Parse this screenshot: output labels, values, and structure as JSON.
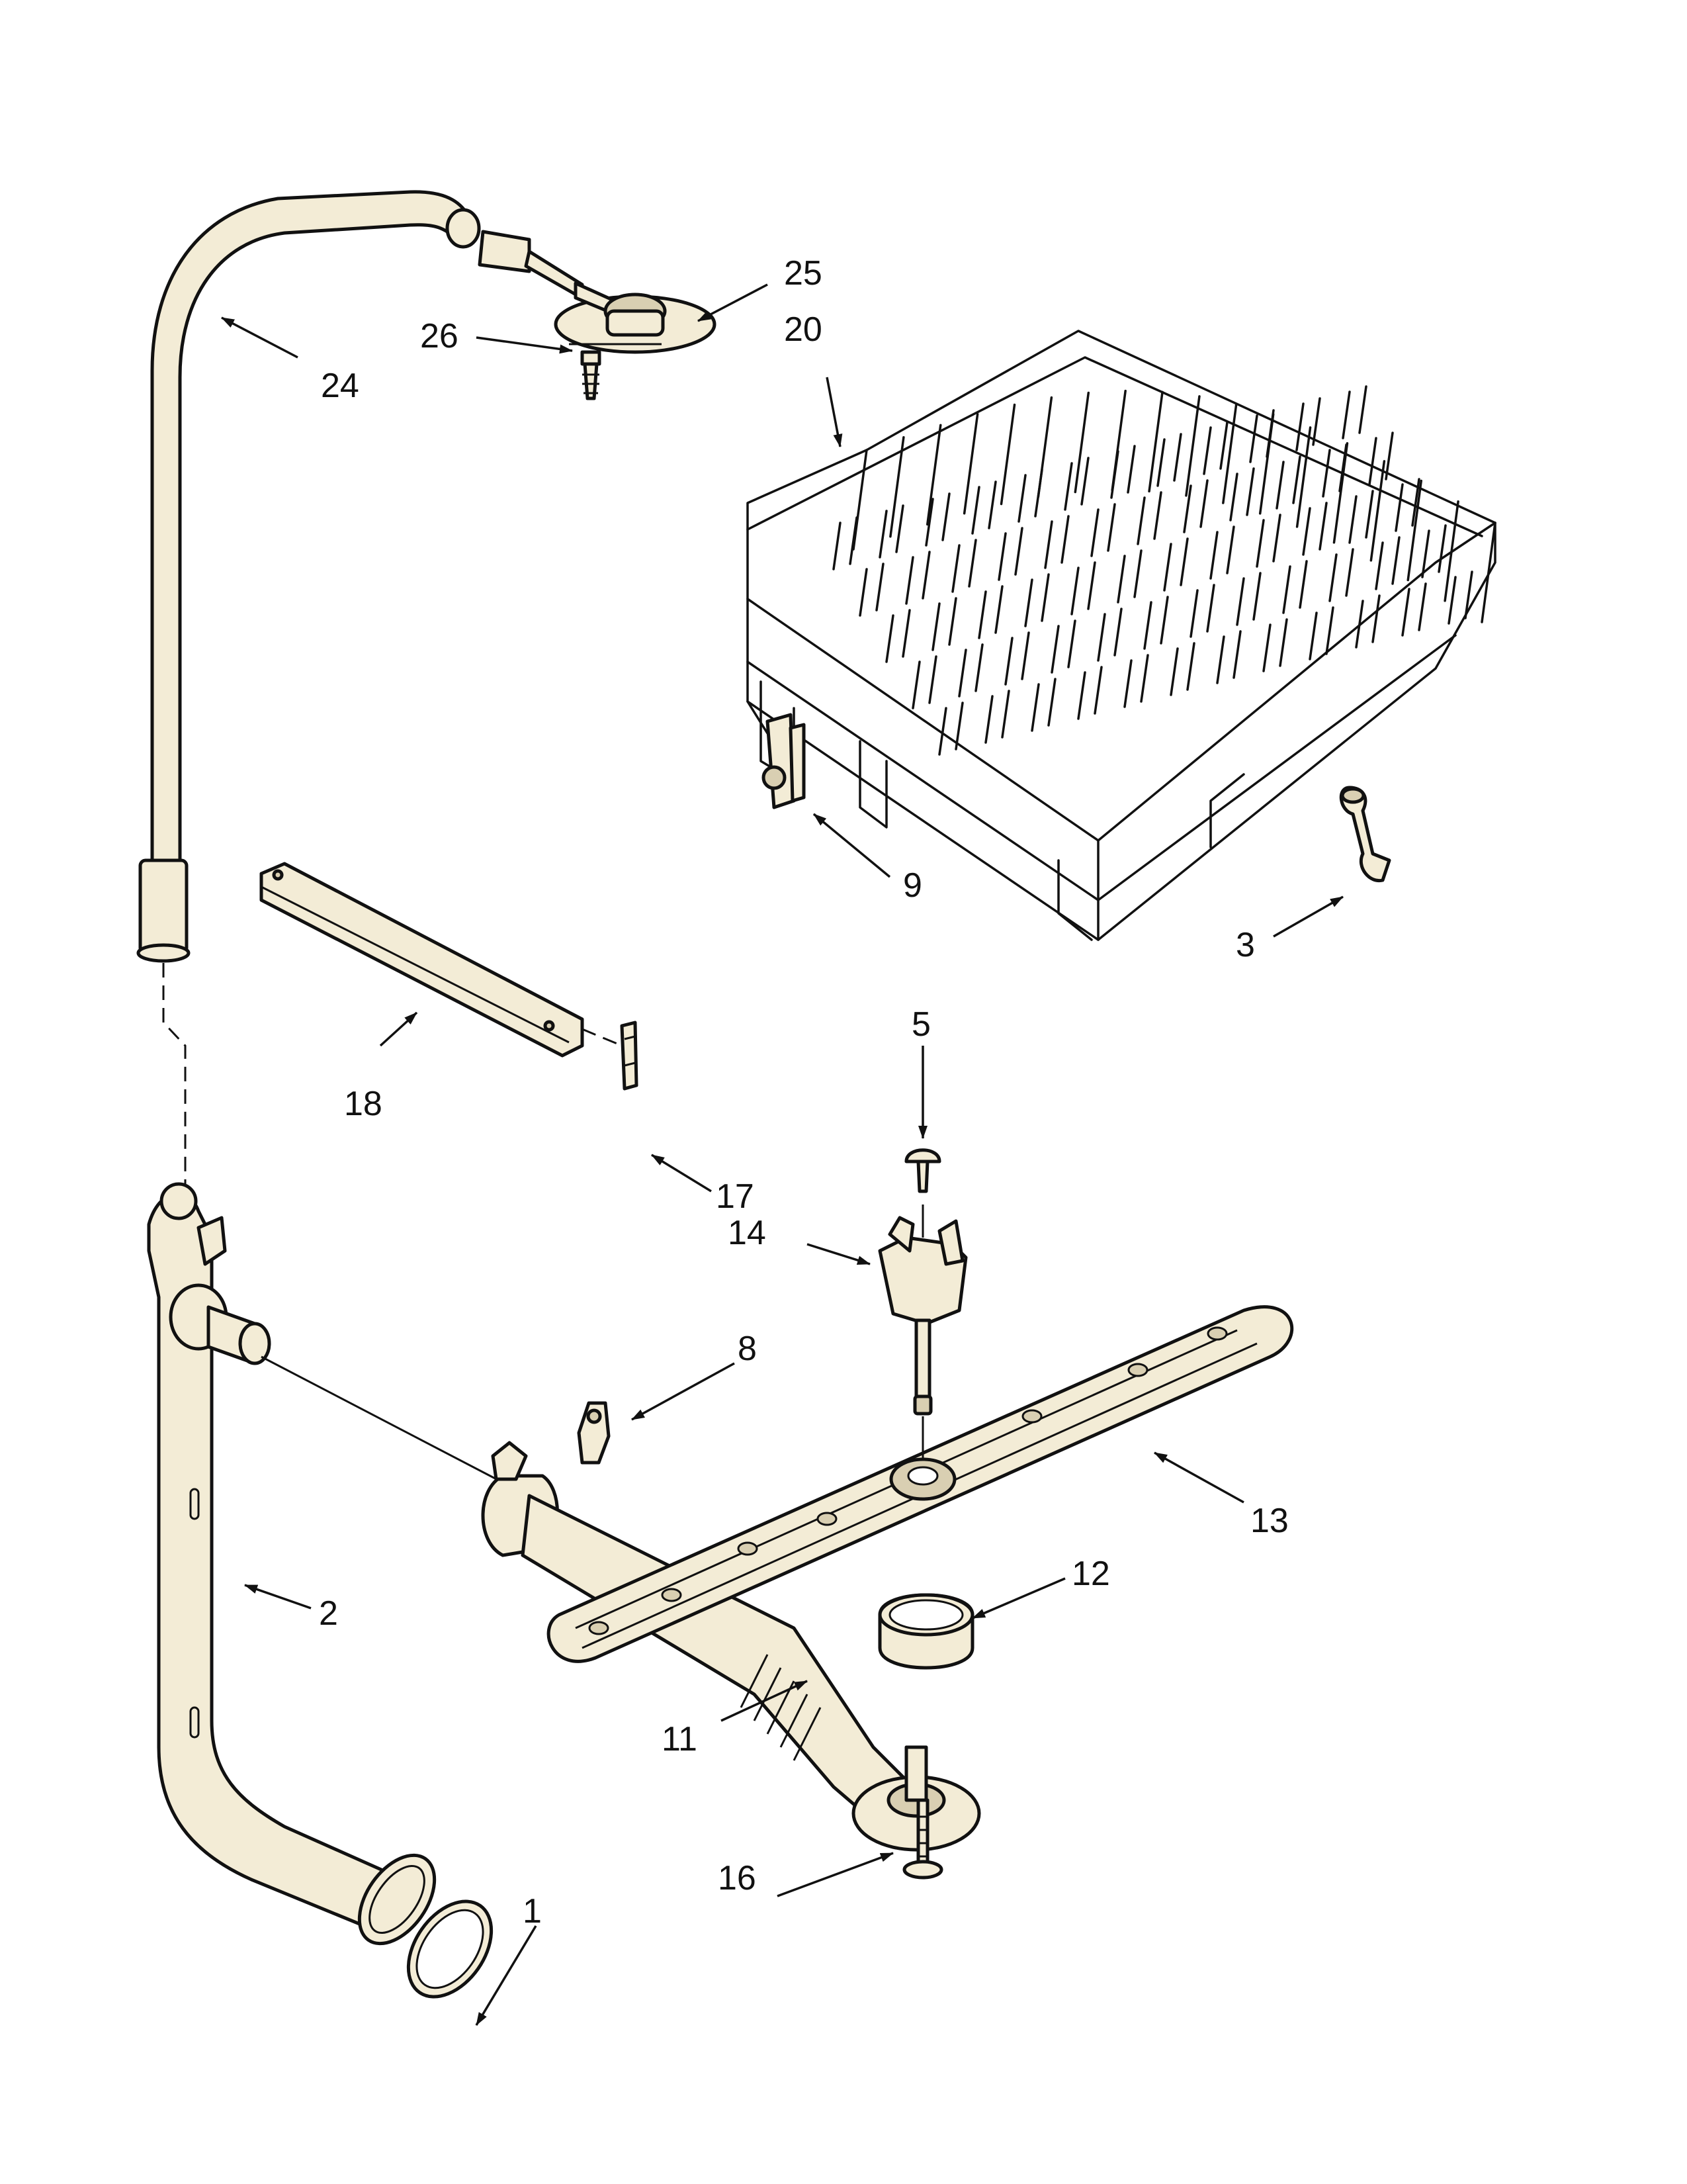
{
  "diagram": {
    "callouts": {
      "c1": "1",
      "c2": "2",
      "c3": "3",
      "c5": "5",
      "c8": "8",
      "c9": "9",
      "c11": "11",
      "c12": "12",
      "c13": "13",
      "c14": "14",
      "c16": "16",
      "c17": "17",
      "c18": "18",
      "c20": "20",
      "c24": "24",
      "c25": "25",
      "c26": "26"
    },
    "colors": {
      "line": "#111111",
      "part_fill": "#f3ecd6",
      "background": "#ffffff"
    }
  }
}
